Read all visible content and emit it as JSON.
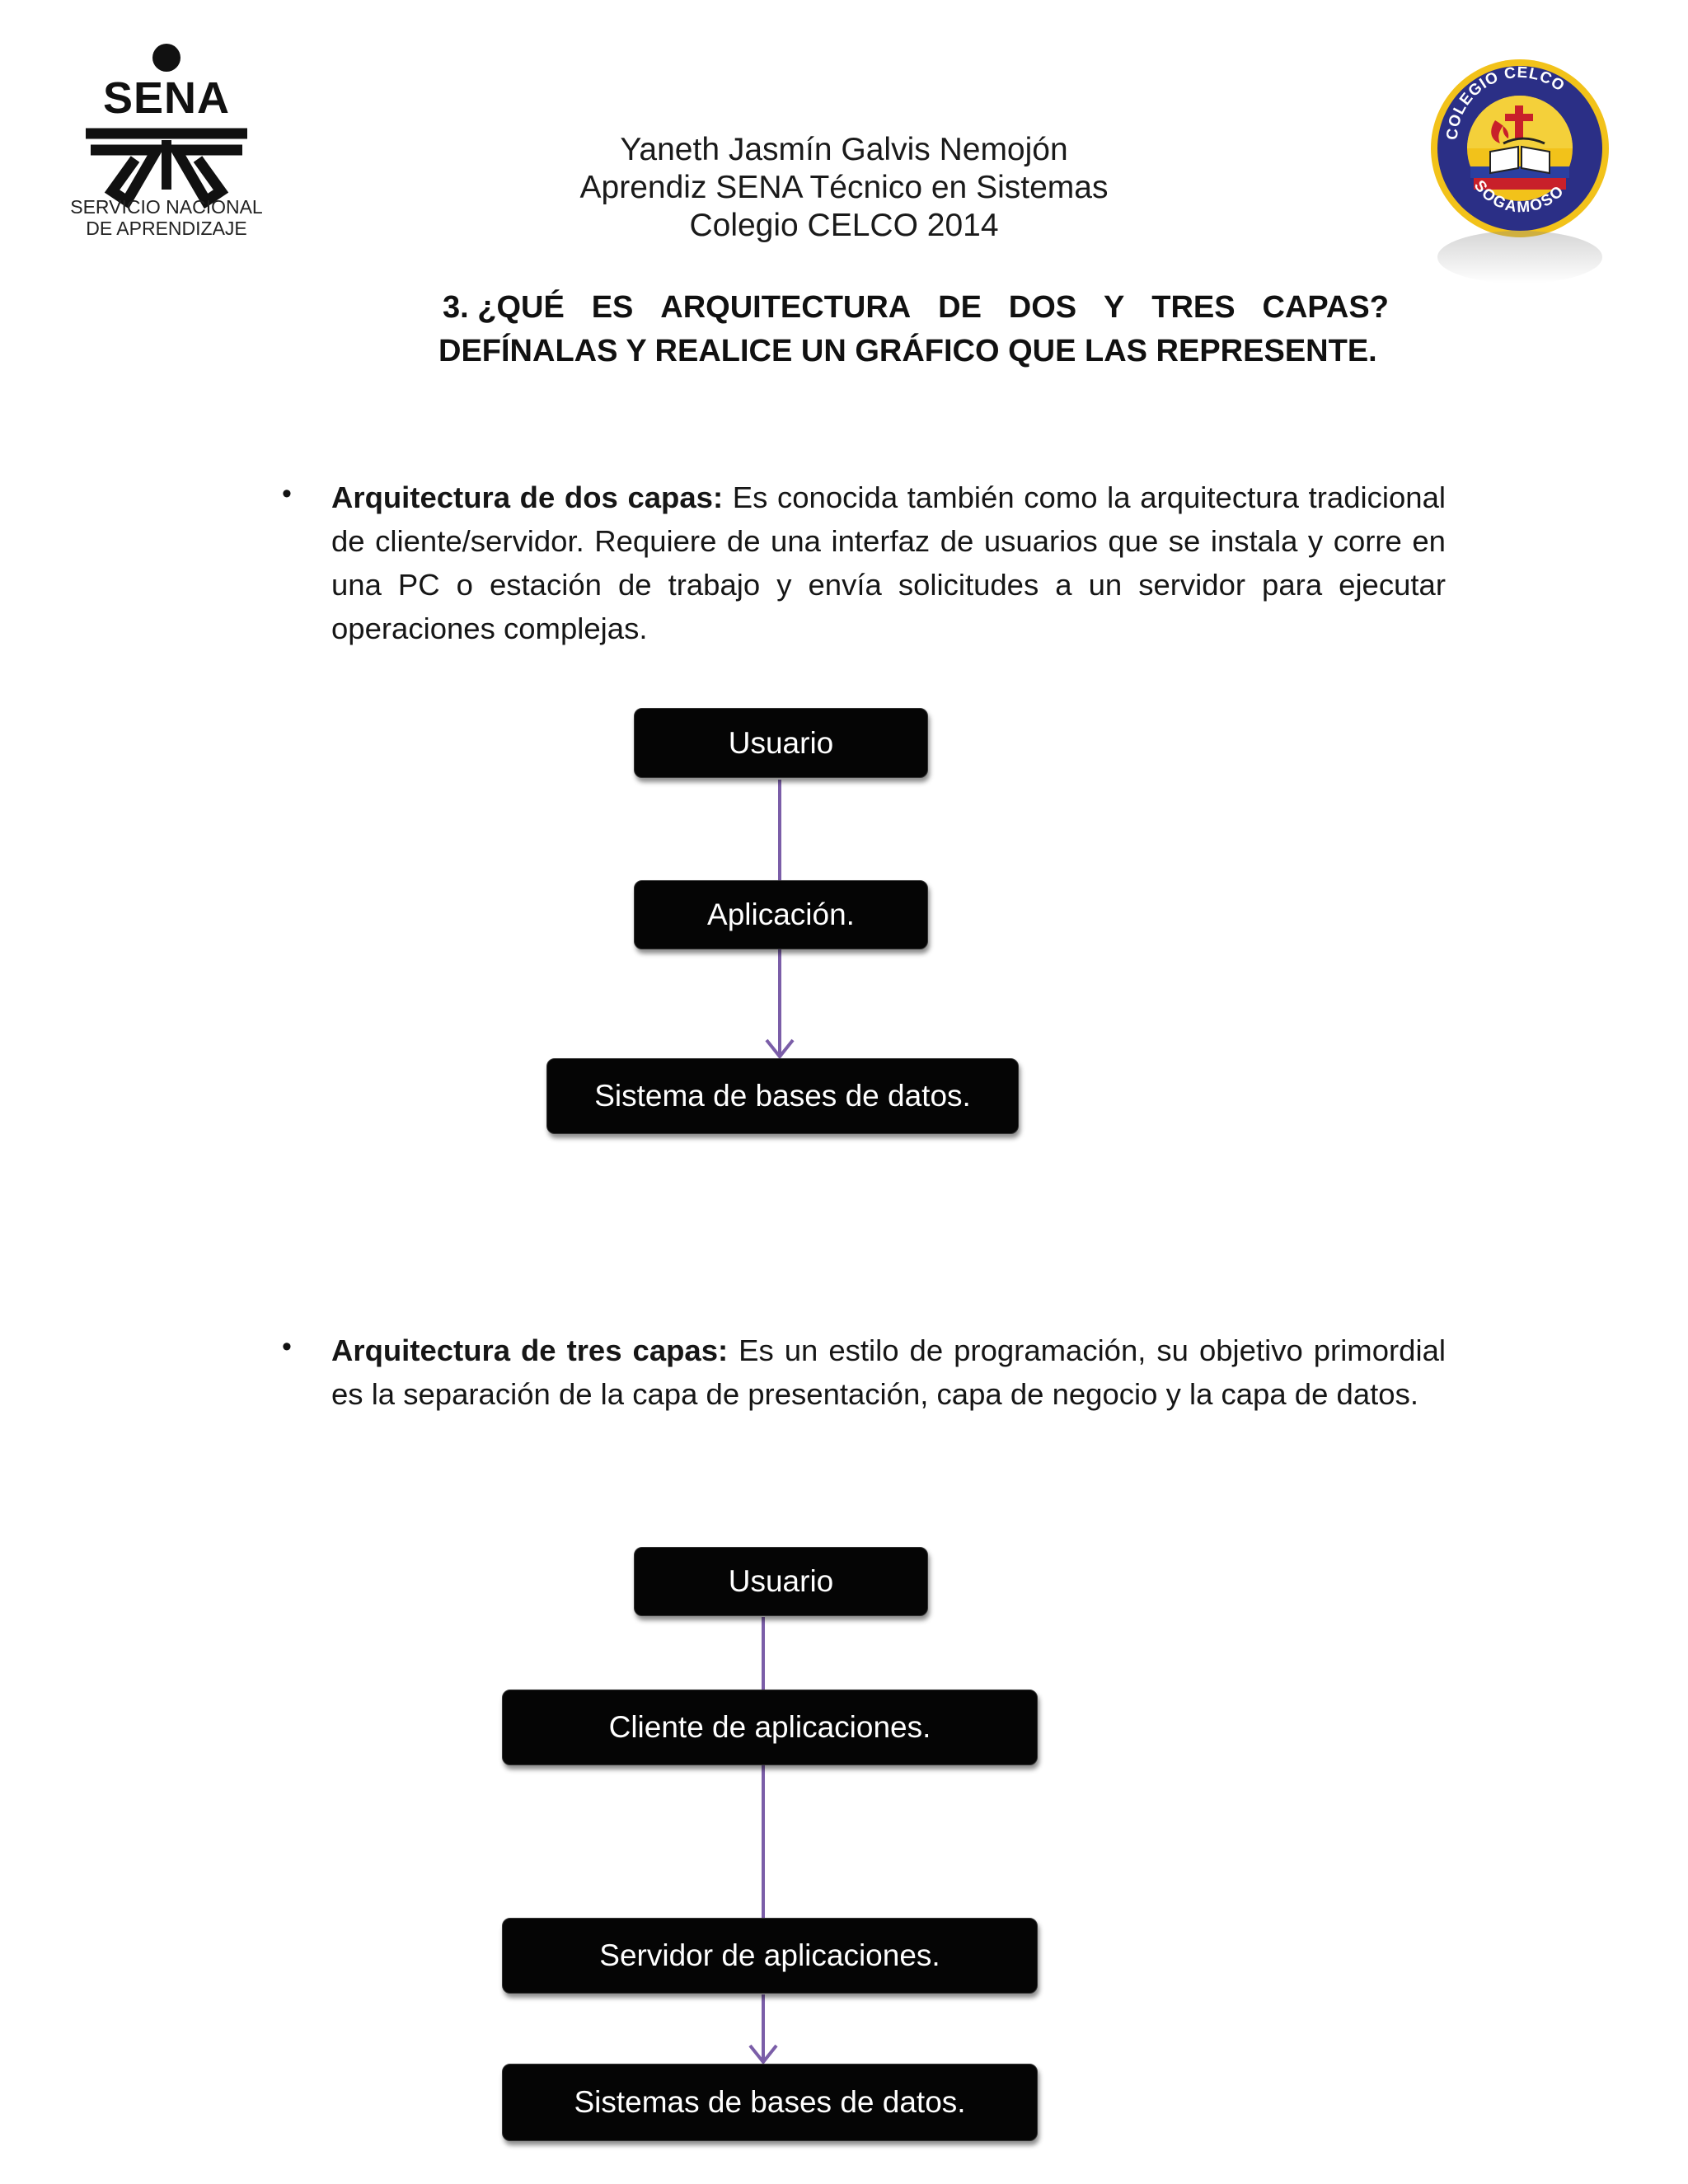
{
  "logos": {
    "sena": {
      "name": "SENA",
      "subtitle_line1": "SERVICIO NACIONAL",
      "subtitle_line2": "DE APRENDIZAJE"
    },
    "celco": {
      "top_text": "COLEGIO CELCO",
      "bottom_text": "SOGAMOSO"
    }
  },
  "header": {
    "author": "Yaneth Jasmín Galvis Nemojón",
    "role": "Aprendiz SENA Técnico en Sistemas",
    "school_year": "Colegio CELCO 2014"
  },
  "question": {
    "line1_words": [
      "3. ¿QUÉ",
      "ES",
      "ARQUITECTURA",
      "DE",
      "DOS",
      "Y",
      "TRES",
      "CAPAS?"
    ],
    "line2": "DEFÍNALAS Y REALICE UN GRÁFICO QUE LAS REPRESENTE."
  },
  "two_tier": {
    "term": "Arquitectura de dos capas:",
    "definition": " Es conocida también como la arquitectura tradicional de cliente/servidor. Requiere de una interfaz de usuarios que se instala y corre en una PC o estación de trabajo y envía solicitudes a un servidor para ejecutar operaciones complejas.",
    "diagram": [
      "Usuario",
      "Aplicación.",
      "Sistema de bases de datos."
    ]
  },
  "three_tier": {
    "term": "Arquitectura de tres capas:",
    "definition": " Es un estilo de programación, su objetivo primordial es la separación de la capa de presentación, capa de negocio y la capa de datos.",
    "diagram": [
      "Usuario",
      "Cliente de aplicaciones.",
      "Servidor de aplicaciones.",
      "Sistemas de bases de datos."
    ]
  },
  "colors": {
    "connector": "#7b5ea8",
    "box_fill": "#050505",
    "box_text": "#ffffff",
    "seal_blue": "#2b2f86",
    "seal_yellow": "#f2c21a",
    "seal_red": "#c8202a"
  }
}
